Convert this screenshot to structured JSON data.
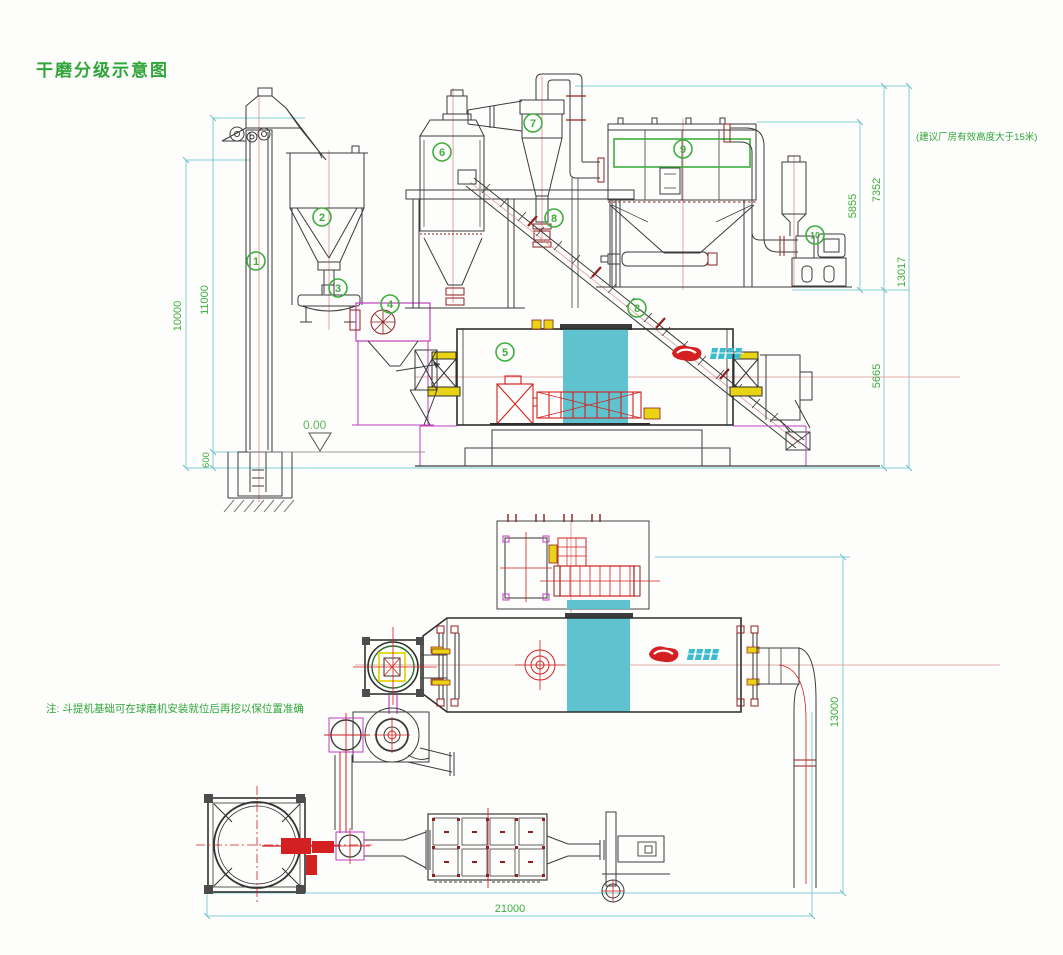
{
  "title": "干磨分级示意图",
  "notes": {
    "height": "(建议厂房有效高度大于15米)",
    "foundation": "注: 斗提机基础可在球磨机安装就位后再挖以保位置准确"
  },
  "level_marker": "0.00",
  "dims": {
    "d10000": "10000",
    "d11000": "11000",
    "d600": "600",
    "d5855": "5855",
    "d7352": "7352",
    "d13017": "13017",
    "d5665": "5665",
    "d13000": "13000",
    "d21000": "21000"
  },
  "labels": {
    "n1": "1",
    "n2": "2",
    "n3": "3",
    "n4": "4",
    "n5": "5",
    "n6": "6",
    "n7": "7",
    "n8": "8",
    "n8b": "8",
    "n9": "9",
    "n10": "10"
  },
  "colors": {
    "dim_line": "#85ced8",
    "dim_text": "#3fae3f",
    "title_green": "#2fa53a",
    "centerline_red": "#d98f8f",
    "machine_red": "#d42020",
    "dark_red": "#8e1f1f",
    "magenta": "#bf40bf",
    "yellow": "#e8d414",
    "cyan_fill": "#5ec3cf",
    "logo_cyan": "#3bbccc",
    "line_dark": "#3c3c3c"
  }
}
